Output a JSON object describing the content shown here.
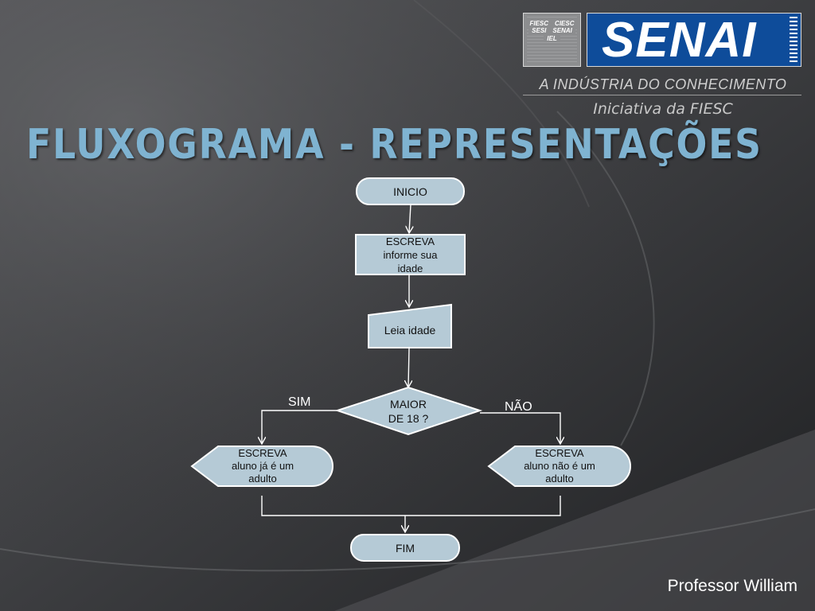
{
  "header": {
    "brand": "SENAI",
    "entities": [
      "FIESC",
      "CIESC",
      "SESI",
      "SENAI",
      "IEL"
    ],
    "tagline": "A INDÚSTRIA DO CONHECIMENTO",
    "initiative": "Iniciativa da FIESC"
  },
  "slide": {
    "title": "Fluxograma - Representações",
    "author": "Professor William"
  },
  "flowchart": {
    "start": "INICIO",
    "prompt": [
      "ESCREVA",
      "informe sua",
      "idade"
    ],
    "input": "Leia idade",
    "decision": [
      "MAIOR",
      "DE 18 ?"
    ],
    "yes_label": "SIM",
    "no_label": "NÃO",
    "output_yes": [
      "ESCREVA",
      "aluno já é um",
      "adulto"
    ],
    "output_no": [
      "ESCREVA",
      "aluno não é um",
      "adulto"
    ],
    "end": "FIM"
  },
  "colors": {
    "title": "#7fb3d1",
    "shape_fill": "#b5cad6",
    "logo_blue": "#0e4c9a",
    "logo_grey": "#8c8d8f"
  }
}
